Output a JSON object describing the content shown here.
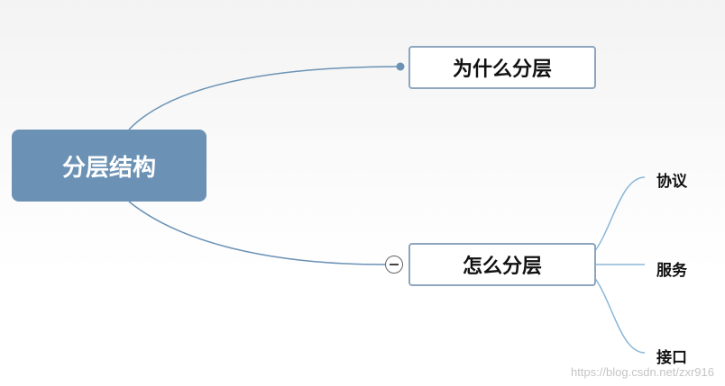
{
  "root": {
    "label": "分层结构"
  },
  "branches": [
    {
      "label": "为什么分层"
    },
    {
      "label": "怎么分层",
      "children": [
        "协议",
        "服务",
        "接口"
      ]
    }
  ],
  "watermark": "https://blog.csdn.net/zxr916",
  "colors": {
    "root_fill": "#6b92b5",
    "node_border": "#8da5bd",
    "edge": "#6b92b5",
    "leaf_edge": "#8ab8d8"
  }
}
